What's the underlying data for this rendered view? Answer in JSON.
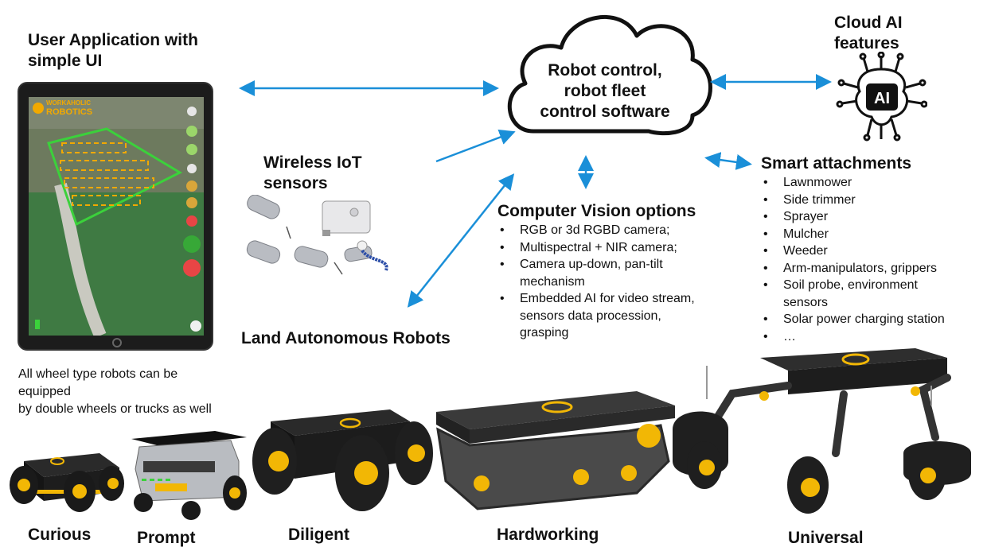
{
  "user_app": {
    "title_line1": "User Application with",
    "title_line2": "simple UI",
    "screen_logo_line1": "WORKAHOLIC",
    "screen_logo_line2": "ROBOTICS"
  },
  "cloud": {
    "line1": "Robot control,",
    "line2": "robot fleet",
    "line3": "control  software"
  },
  "cloud_ai": {
    "title_line1": "Cloud AI",
    "title_line2": "features",
    "chip_label": "AI"
  },
  "iot": {
    "title_line1": "Wireless IoT",
    "title_line2": "sensors"
  },
  "land_robots_title": "Land Autonomous Robots",
  "computer_vision": {
    "title": "Computer Vision options",
    "items": [
      "RGB or 3d RGBD camera;",
      "Multispectral + NIR camera;",
      "Camera up-down, pan-tilt",
      "mechanism",
      "Embedded AI for video stream,",
      "sensors data procession,",
      " grasping"
    ]
  },
  "smart_attachments": {
    "title": "Smart attachments",
    "items": [
      "Lawnmower",
      "Side trimmer",
      "Sprayer",
      "Mulcher",
      "Weeder",
      "Arm-manipulators, grippers",
      "Soil probe, environment",
      "sensors",
      "Solar power charging station",
      "…"
    ]
  },
  "wheels_note": {
    "line1": "All wheel type robots can be",
    "line2": "equipped",
    "line3": "by double wheels or trucks as well"
  },
  "robots": [
    {
      "name": "Curious"
    },
    {
      "name": "Prompt"
    },
    {
      "name": "Diligent"
    },
    {
      "name": "Hardworking"
    },
    {
      "name": "Universal"
    }
  ],
  "colors": {
    "arrow": "#1a8fd8",
    "field_green": "#3bd13b",
    "robot_yellow": "#f2b705",
    "robot_body": "#222222"
  }
}
